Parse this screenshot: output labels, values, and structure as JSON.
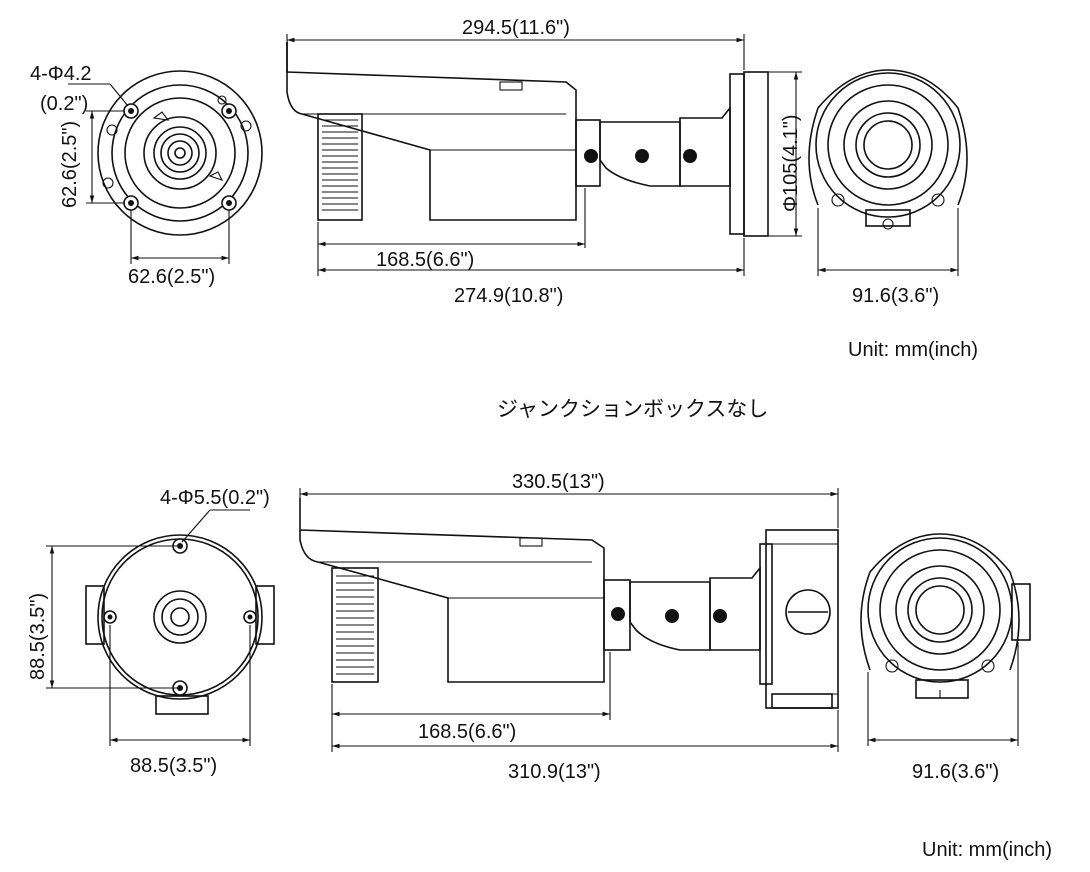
{
  "top": {
    "hole_spec_line1": "4-Φ4.2",
    "hole_spec_line2": "(0.2\")",
    "base_height": "62.6(2.5\")",
    "base_width": "62.6(2.5\")",
    "overall_length": "294.5(11.6\")",
    "body_length": "168.5(6.6\")",
    "mount_length": "274.9(10.8\")",
    "plate_diameter": "Φ105(4.1\")",
    "front_width": "91.6(3.6\")",
    "unit": "Unit: mm(inch)"
  },
  "caption": "ジャンクションボックスなし",
  "bottom": {
    "hole_spec": "4-Φ5.5(0.2\")",
    "box_height": "88.5(3.5\")",
    "box_width": "88.5(3.5\")",
    "overall_length": "330.5(13\")",
    "body_length": "168.5(6.6\")",
    "mount_length": "310.9(13\")",
    "front_width": "91.6(3.6\")",
    "unit": "Unit: mm(inch)"
  }
}
